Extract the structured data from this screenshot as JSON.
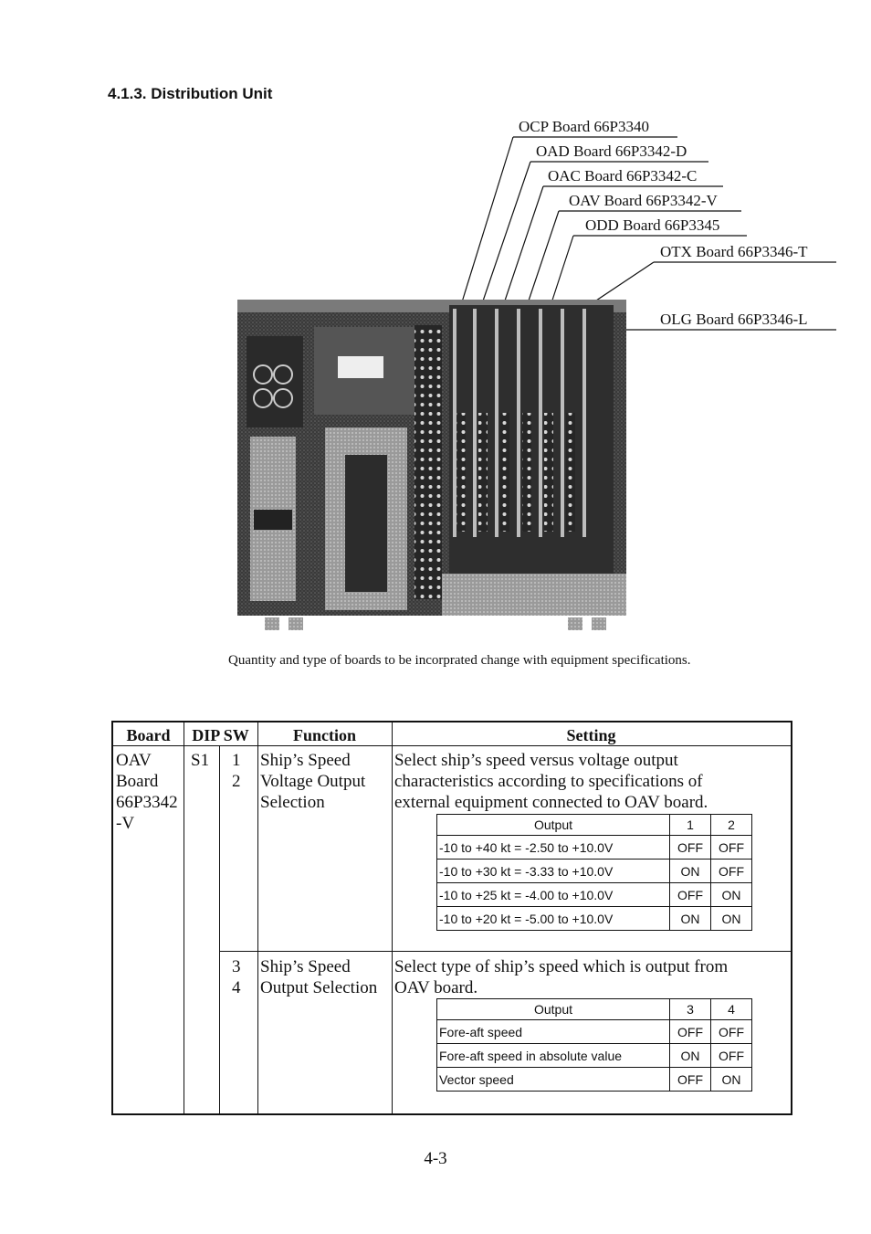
{
  "section": {
    "heading": "4.1.3. Distribution Unit"
  },
  "boards": [
    {
      "label": "OCP Board 66P3340"
    },
    {
      "label": "OAD Board 66P3342-D"
    },
    {
      "label": "OAC Board 66P3342-C"
    },
    {
      "label": "OAV Board 66P3342-V"
    },
    {
      "label": "ODD Board 66P3345"
    },
    {
      "label": "OTX Board 66P3346-T"
    },
    {
      "label": "OLG Board 66P3346-L"
    }
  ],
  "note": "Quantity and type of boards to be incorprated change with equipment specifications.",
  "table": {
    "headers": {
      "board": "Board",
      "dip_sw": "DIP SW",
      "function": "Function",
      "setting": "Setting"
    },
    "board_lines": [
      "OAV",
      "Board",
      "66P3342",
      "-V"
    ],
    "switch_id": "S1",
    "group1": {
      "switches": [
        "1",
        "2"
      ],
      "function_lines": [
        "Ship’s Speed",
        "Voltage Output",
        "Selection"
      ],
      "setting_lines": [
        "Select ship’s speed versus voltage output",
        "characteristics according to specifications of",
        "external equipment connected to OAV board."
      ],
      "subtable": {
        "headers": [
          "Output",
          "1",
          "2"
        ],
        "rows": [
          [
            "-10 to +40 kt = -2.50 to +10.0V",
            "OFF",
            "OFF"
          ],
          [
            "-10 to +30 kt = -3.33 to +10.0V",
            "ON",
            "OFF"
          ],
          [
            "-10 to +25 kt = -4.00 to +10.0V",
            "OFF",
            "ON"
          ],
          [
            "-10 to +20 kt = -5.00 to +10.0V",
            "ON",
            "ON"
          ]
        ]
      }
    },
    "group2": {
      "switches": [
        "3",
        "4"
      ],
      "function_lines": [
        "Ship’s Speed",
        "Output Selection"
      ],
      "setting_lines": [
        "Select type of ship’s speed which is output from",
        "OAV board."
      ],
      "subtable": {
        "headers": [
          "Output",
          "3",
          "4"
        ],
        "rows": [
          [
            "Fore-aft speed",
            "OFF",
            "OFF"
          ],
          [
            "Fore-aft speed in absolute value",
            "ON",
            "OFF"
          ],
          [
            "Vector speed",
            "OFF",
            "ON"
          ]
        ]
      }
    }
  },
  "page_number": "4-3"
}
